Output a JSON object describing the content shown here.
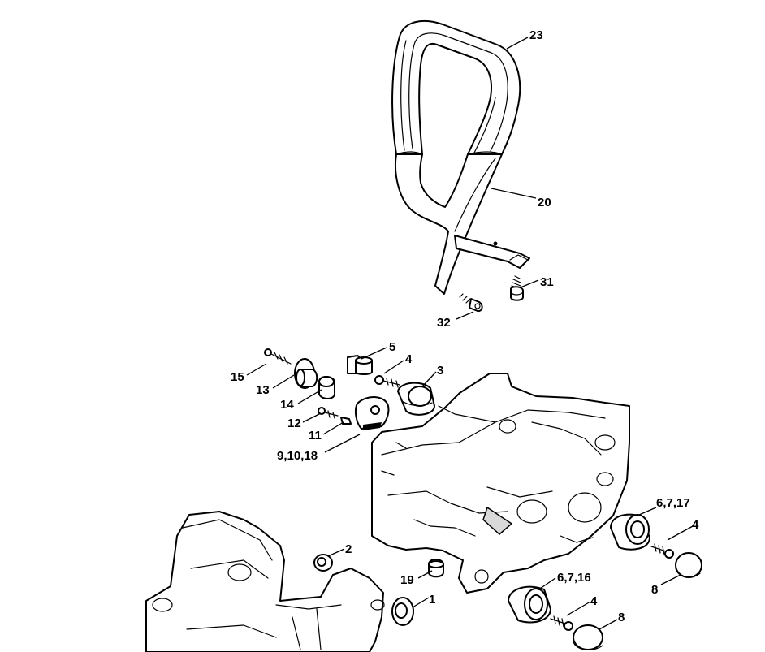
{
  "labels": {
    "p23": "23",
    "p20": "20",
    "p31": "31",
    "p32": "32",
    "p5": "5",
    "p4a": "4",
    "p3": "3",
    "p15": "15",
    "p13": "13",
    "p14": "14",
    "p12": "12",
    "p11": "11",
    "p9": "9,10,18",
    "p6a": "6,7,17",
    "p4b": "4",
    "p8a": "8",
    "p2": "2",
    "p19": "19",
    "p1": "1",
    "p6b": "6,7,16",
    "p4c": "4",
    "p8b": "8"
  }
}
